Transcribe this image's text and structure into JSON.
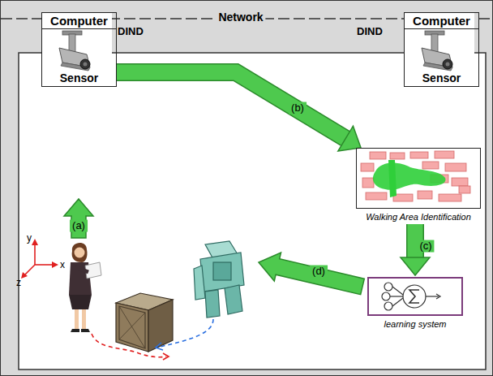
{
  "diagram": {
    "nodes": [
      {
        "text": [
          "Computer",
          "Sensor"
        ]
      },
      {
        "text": [
          "Computer",
          "Sensor"
        ]
      },
      {
        "text": [
          "Walking Area Identification"
        ]
      },
      {
        "text": [
          "learning system"
        ]
      }
    ],
    "edges": [
      {
        "from": 0,
        "to": 2,
        "arrow": "to",
        "label": "(b)"
      },
      {
        "from": 2,
        "to": 3,
        "arrow": "to",
        "label": "(c)"
      }
    ],
    "labels": [
      "Network",
      "DIND",
      "DIND",
      "(a)",
      "(d)",
      "y",
      "x",
      "z"
    ]
  }
}
